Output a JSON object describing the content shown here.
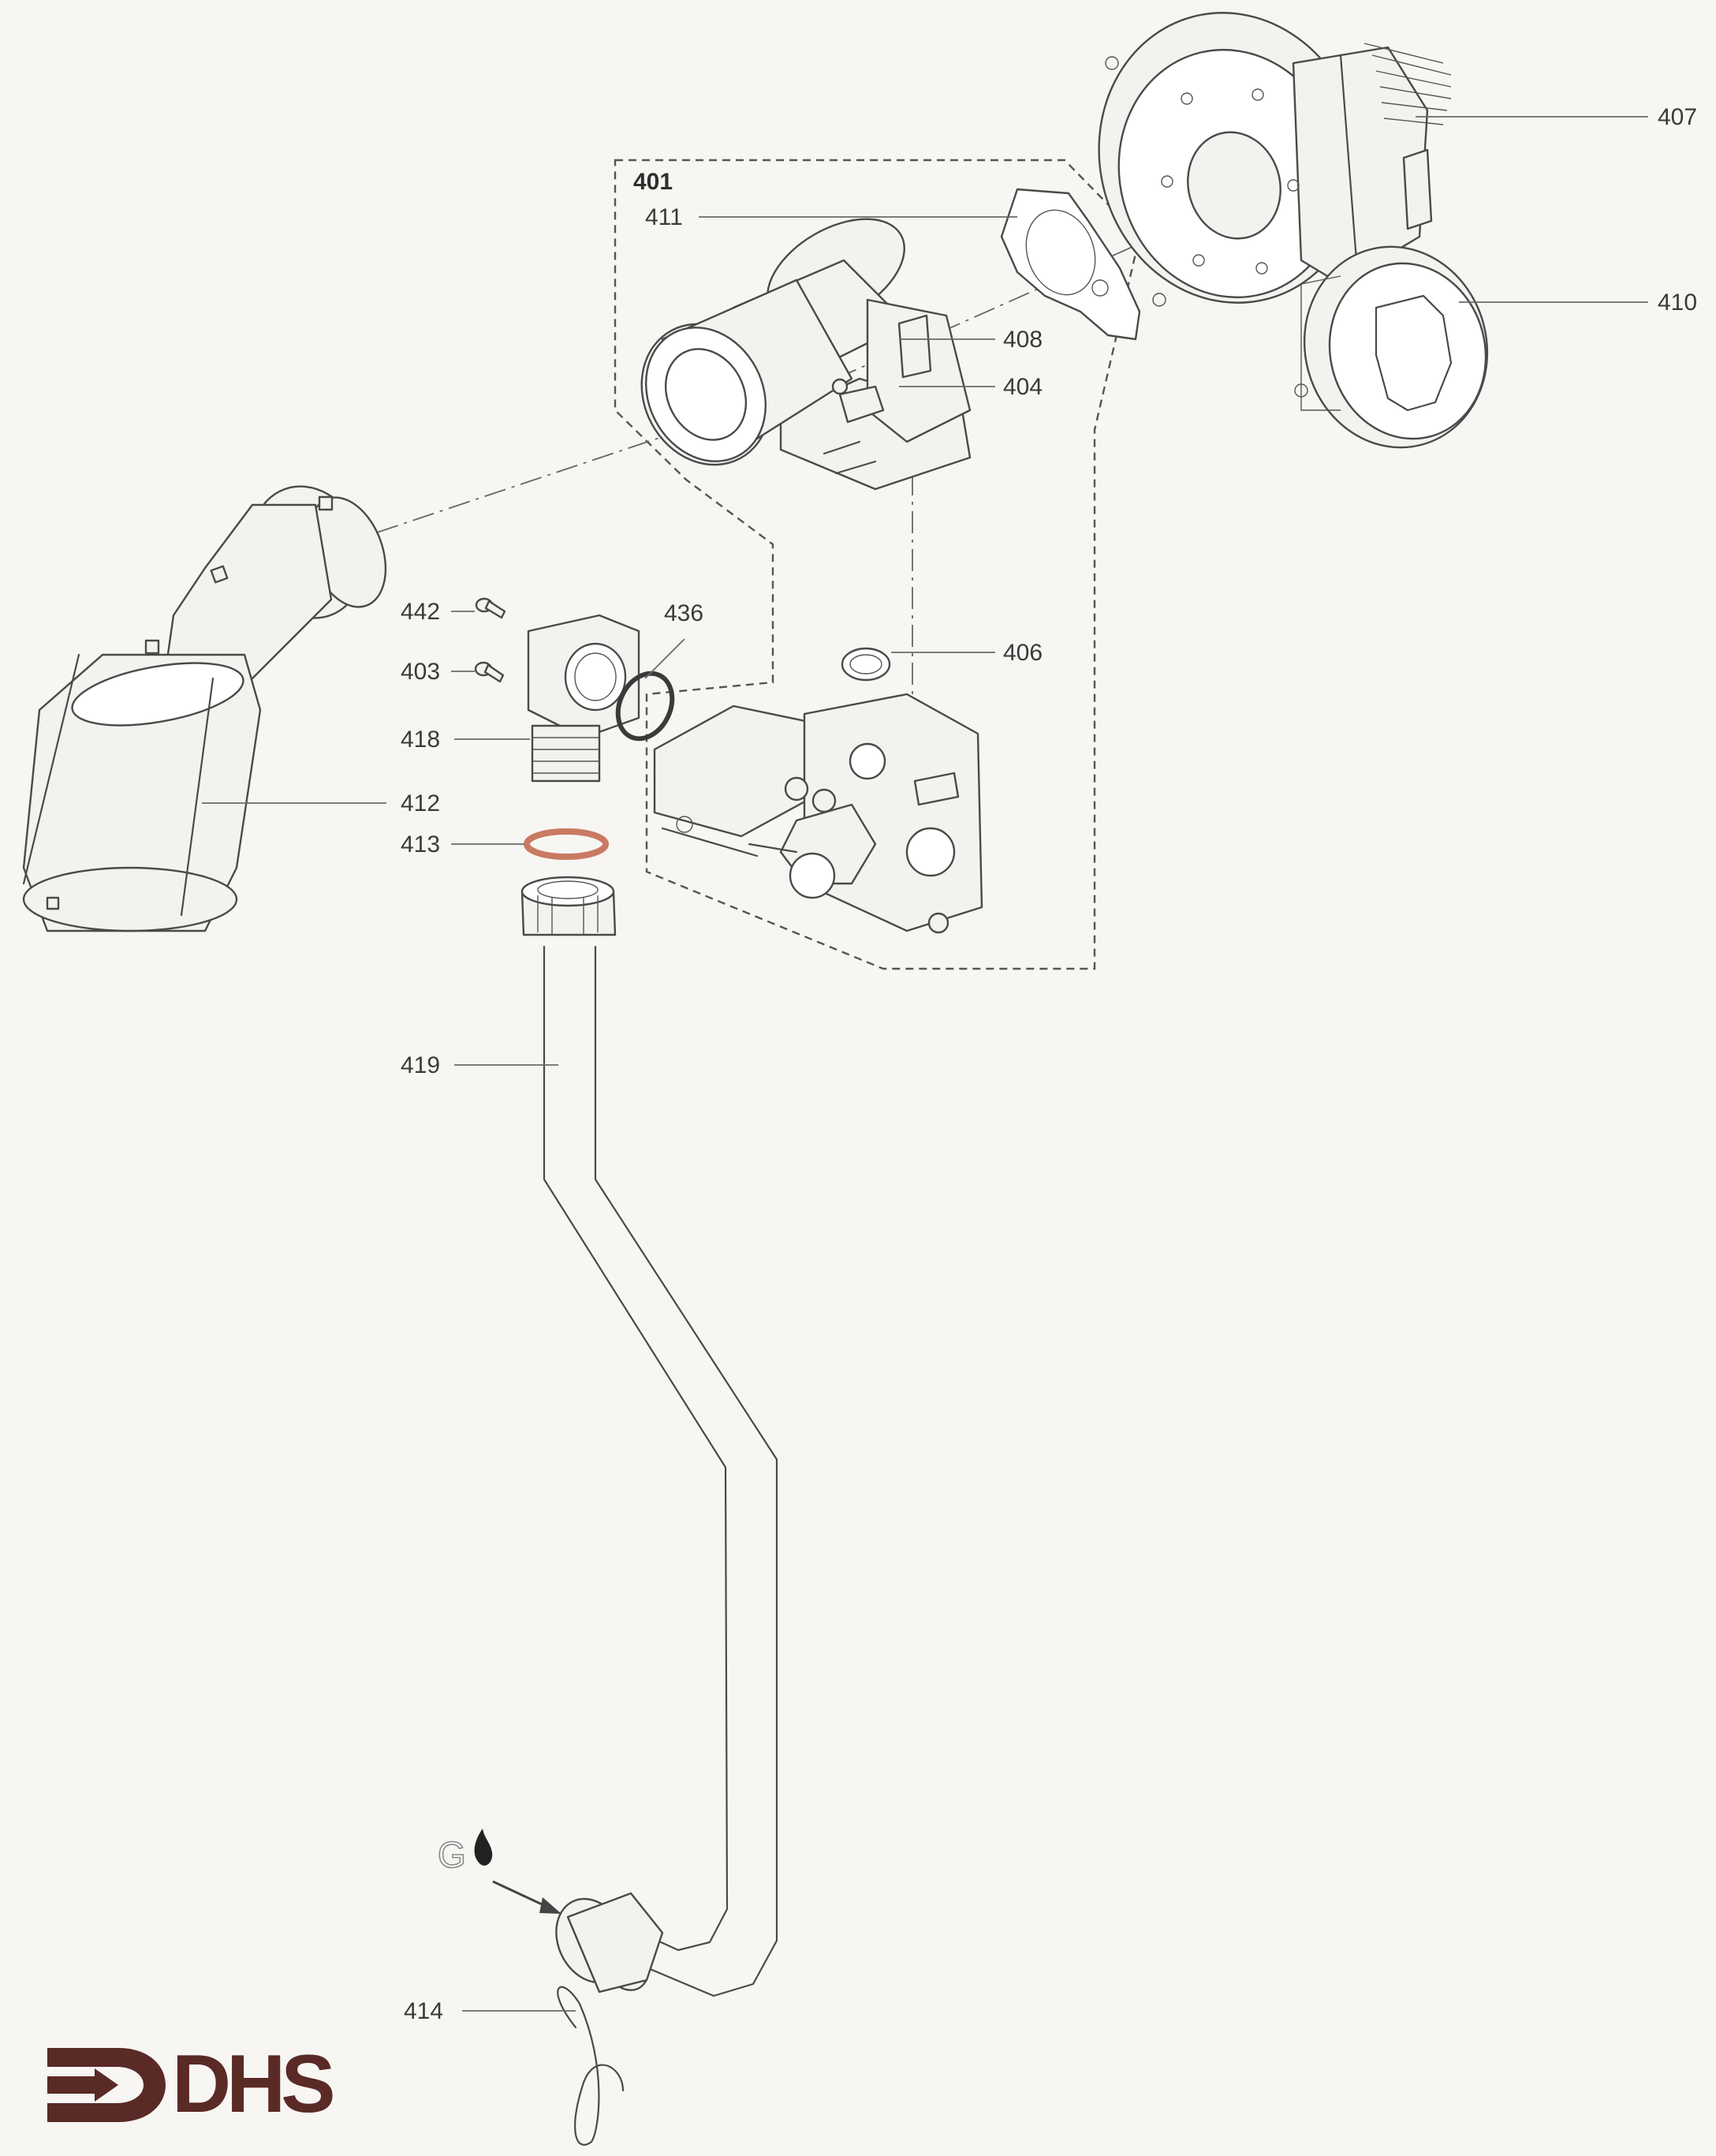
{
  "diagram": {
    "group_label": "401",
    "callouts": {
      "p401": "401",
      "p403": "403",
      "p404": "404",
      "p406": "406",
      "p407": "407",
      "p408": "408",
      "p410": "410",
      "p411": "411",
      "p412": "412",
      "p413": "413",
      "p414": "414",
      "p418": "418",
      "p419": "419",
      "p436": "436",
      "p442": "442"
    },
    "gas_inlet_marker": "G",
    "colors": {
      "line": "#4a4a4a",
      "washer": "#c97a62",
      "logo": "#5a2a26",
      "background": "#f7f6f3"
    }
  },
  "logo": {
    "text": "DHS",
    "icon": "arrow-bracket-icon"
  }
}
